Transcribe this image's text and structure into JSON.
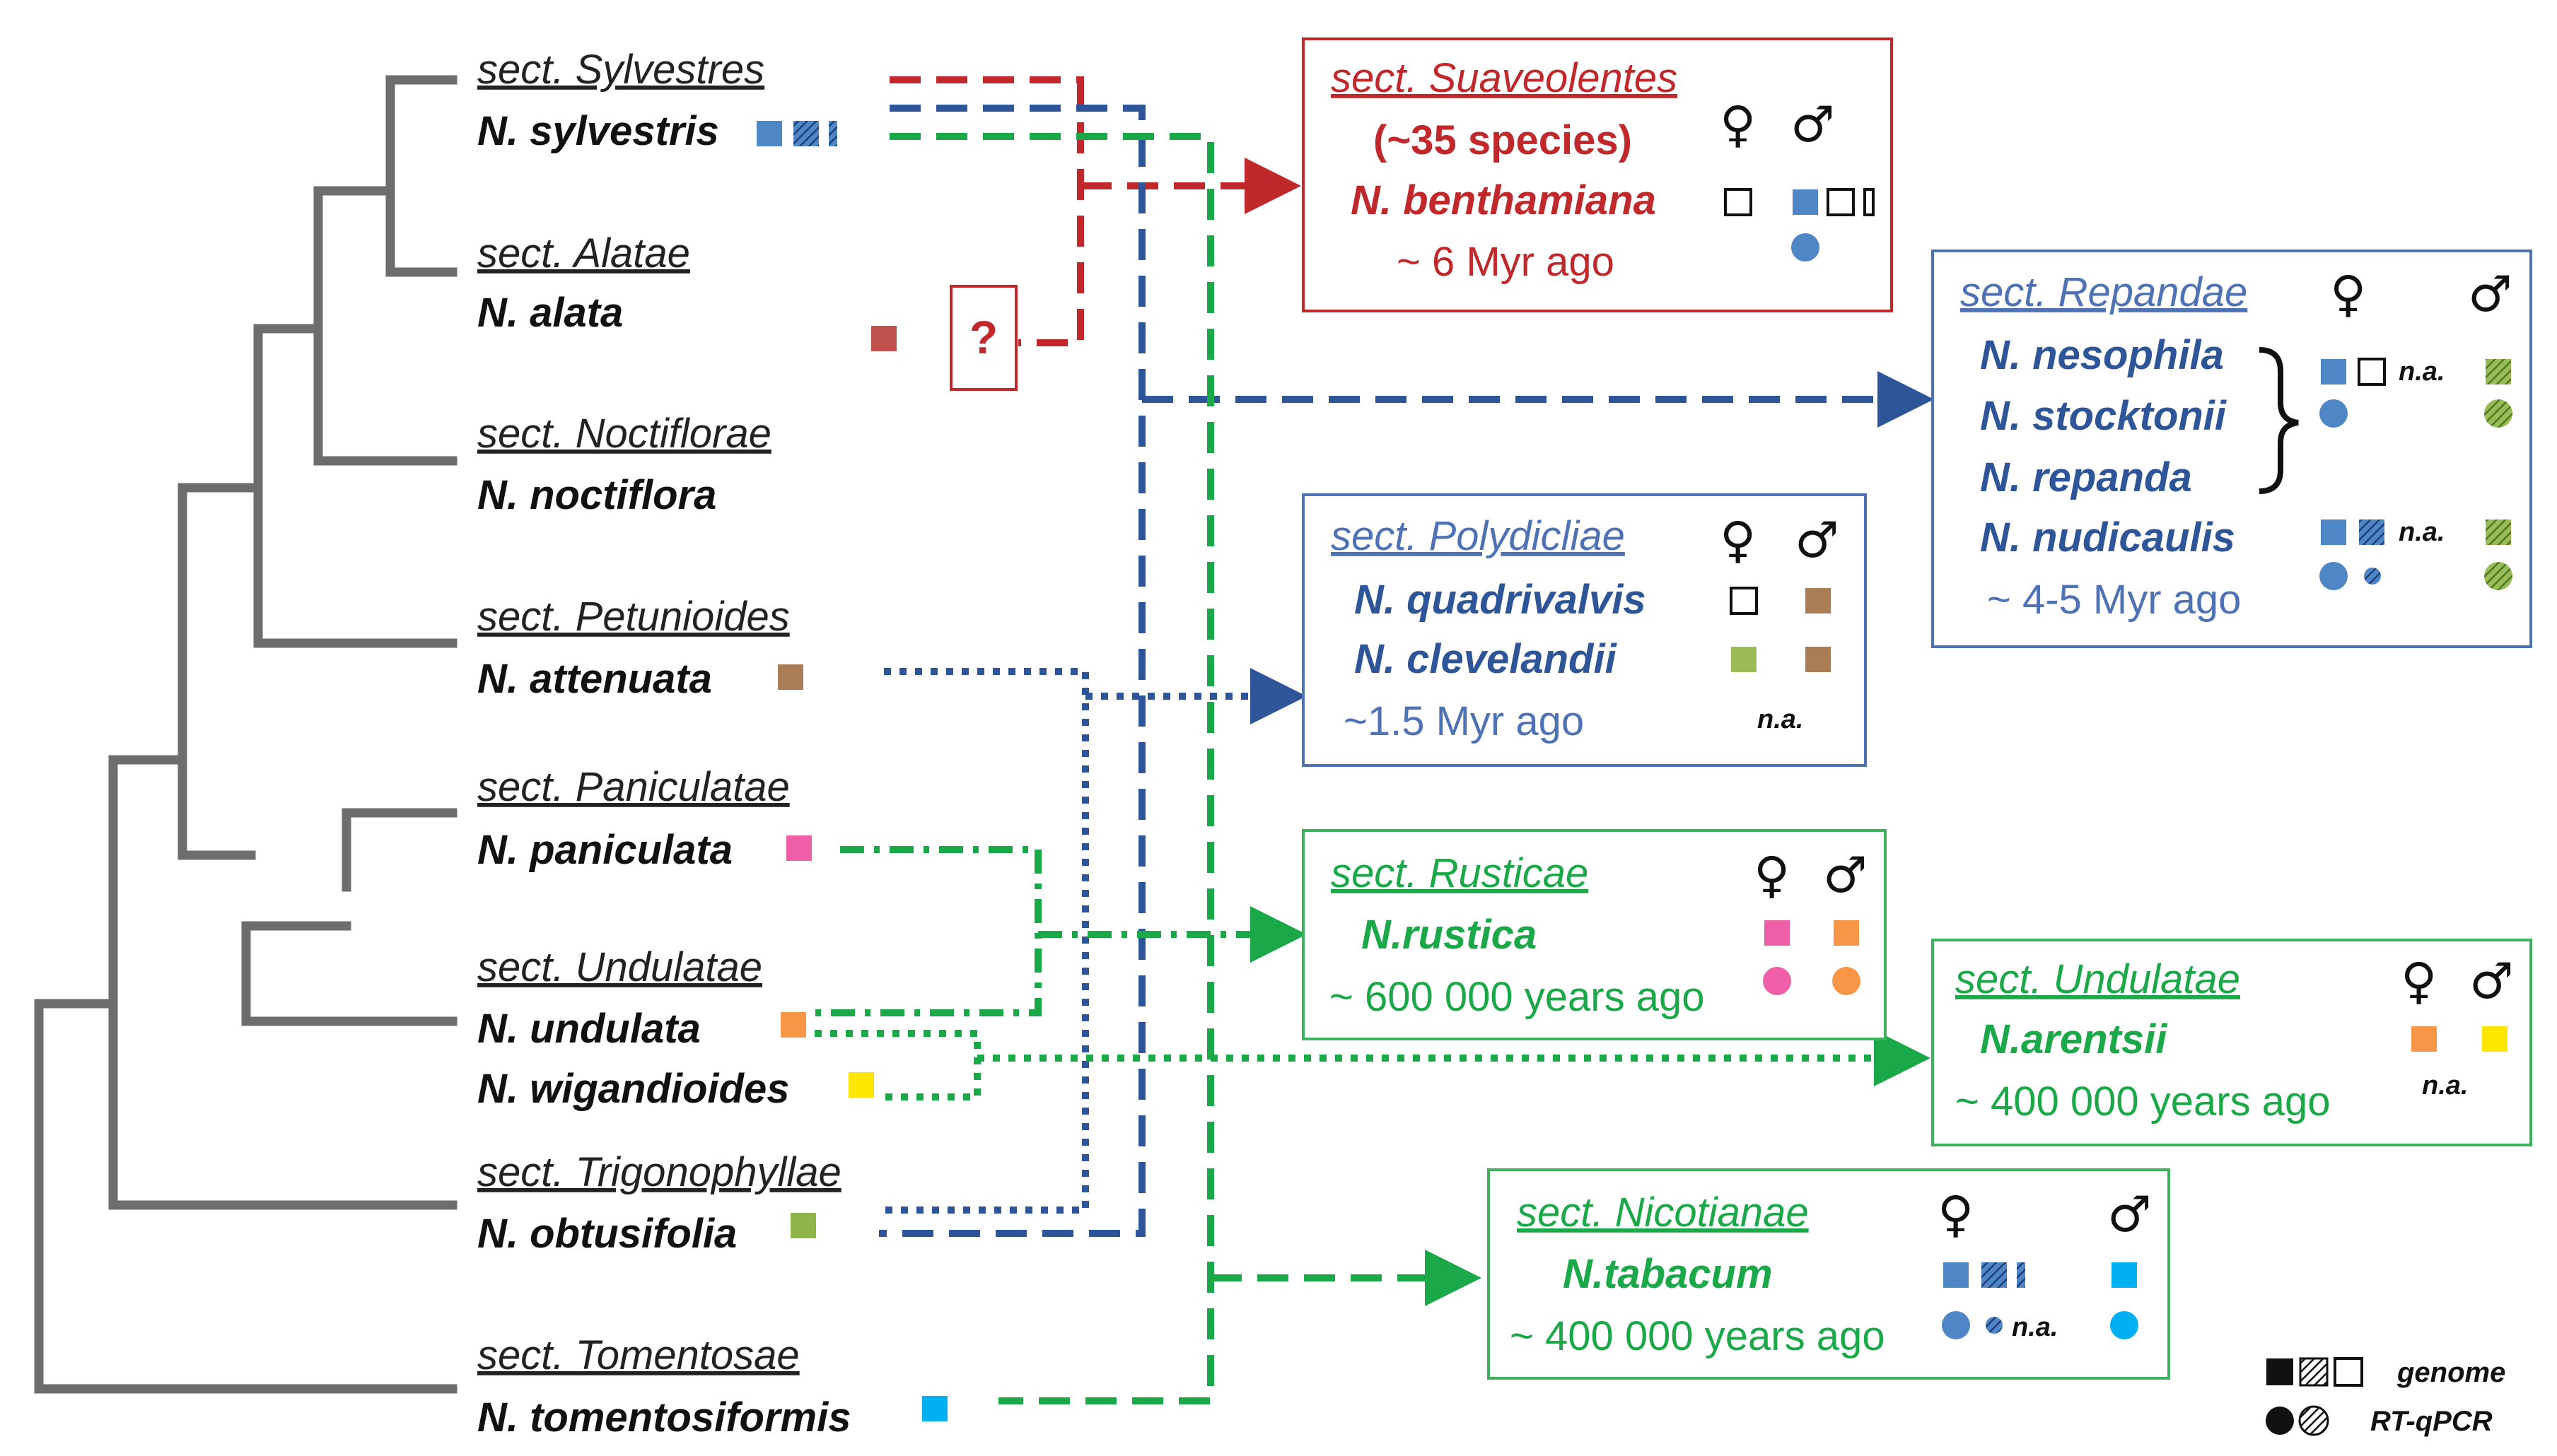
{
  "colors": {
    "tree": "#6d6d6d",
    "red": "#c0282b",
    "blue": "#2e5597",
    "green": "#1aa848",
    "red_box": "#c0282b",
    "blue_box": "#4f72b5",
    "green_box": "#3fb05e",
    "genome_blue": "#4f86c6",
    "alata_red": "#c0504d",
    "brown": "#a97d55",
    "pink": "#ee5fa7",
    "orange": "#f79646",
    "yellow": "#ffe600",
    "olive": "#8fb54a",
    "cyan": "#00b0f0",
    "green_pale": "#9bbb59",
    "hatch_green": "#6f9a35",
    "hatch_blue": "#1f3f7a"
  },
  "tree_labels": [
    {
      "section": "sect. Sylvestres",
      "species": "N. sylvestris"
    },
    {
      "section": "sect. Alatae",
      "species": "N. alata"
    },
    {
      "section": "sect. Noctiflorae",
      "species": "N. noctiflora"
    },
    {
      "section": "sect. Petunioides",
      "species": "N. attenuata"
    },
    {
      "section": "sect. Paniculatae",
      "species": "N. paniculata"
    },
    {
      "section": "sect. Undulatae",
      "species": "N. undulata"
    },
    {
      "section": "",
      "species": "N. wigandioides"
    },
    {
      "section": "sect. Trigonophyllae",
      "species": "N. obtusifolia"
    },
    {
      "section": "sect. Tomentosae",
      "species": "N. tomentosiformis"
    }
  ],
  "question_mark": "?",
  "female_symbol": "♀",
  "male_symbol": "♂",
  "na_text": "n.a.",
  "boxes": {
    "suaveolentes": {
      "header": "sect. Suaveolentes",
      "line1": "(~35 species)",
      "line2": "N. benthamiana",
      "age": "~ 6 Myr ago"
    },
    "repandae": {
      "header": "sect. Repandae",
      "species": [
        "N. nesophila",
        "N. stocktonii",
        "N. repanda",
        "N. nudicaulis"
      ],
      "age": "~ 4-5 Myr ago"
    },
    "polydicliae": {
      "header": "sect. Polydicliae",
      "species": [
        "N. quadrivalvis",
        "N. clevelandii"
      ],
      "age": "~1.5 Myr ago"
    },
    "rusticae": {
      "header": "sect. Rusticae",
      "species": "N.rustica",
      "age": "~ 600 000 years ago"
    },
    "undulatae": {
      "header": "sect. Undulatae",
      "species": "N.arentsii",
      "age": "~ 400 000 years ago"
    },
    "nicotianae": {
      "header": "sect. Nicotianae",
      "species": "N.tabacum",
      "age": "~ 400 000 years ago"
    }
  },
  "legend": {
    "genome": "genome",
    "rtqpcr": "RT-qPCR"
  }
}
